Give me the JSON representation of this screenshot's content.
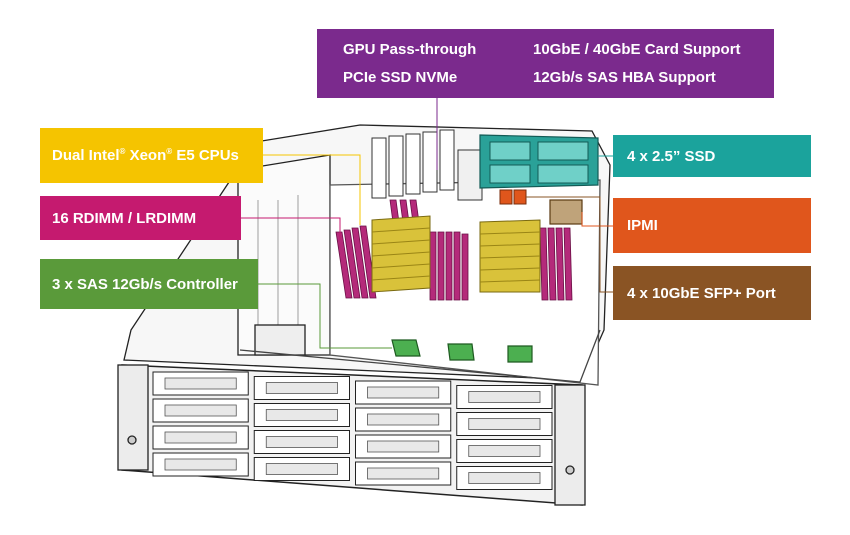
{
  "callouts": {
    "gpu": "GPU Pass-through",
    "nic": "10GbE / 40GbE Card Support",
    "nvme": "PCIe SSD NVMe",
    "hba": "12Gb/s SAS HBA Support",
    "cpu_pre": "Dual Intel",
    "cpu_mid": " Xeon",
    "cpu_post": " E5 CPUs",
    "reg": "®",
    "dimm": "16 RDIMM / LRDIMM",
    "sas": "3 x SAS 12Gb/s Controller",
    "ssd": "4 x 2.5”  SSD",
    "ipmi": "IPMI",
    "sfp": "4 x 10GbE SFP+ Port"
  },
  "colors": {
    "purple": "#7b2a8d",
    "yellow": "#f5c400",
    "magenta": "#c51a6f",
    "green": "#5a9a3a",
    "teal": "#1ba39c",
    "orange": "#e0561c",
    "brown": "#8a5424",
    "ram": "#b42a7a",
    "heatsink": "#d9c23a",
    "ssd_cage": "#2aa198",
    "chip": "#4caf50"
  },
  "drive_bays": {
    "columns": 4,
    "rows": 4
  }
}
